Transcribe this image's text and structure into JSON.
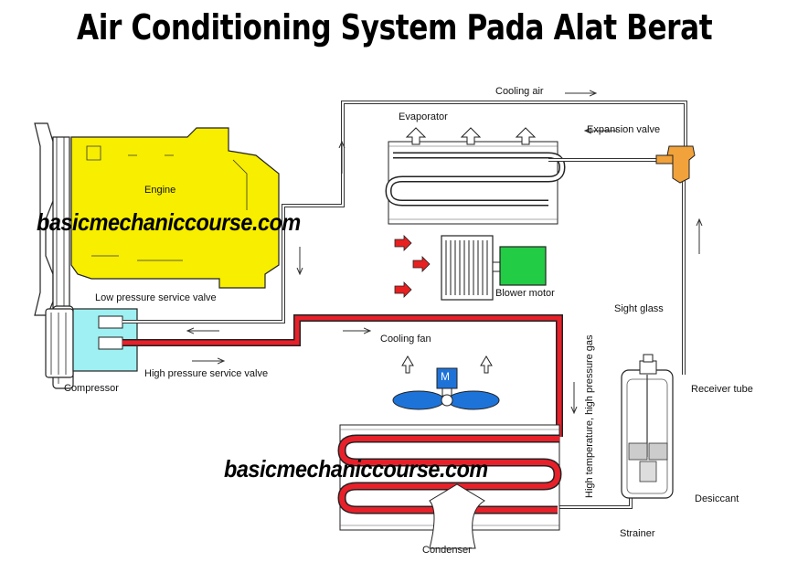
{
  "title": "Air Conditioning System Pada Alat Berat",
  "watermark": "basicmechaniccourse.com",
  "labels": {
    "cooling_air": "Cooling air",
    "evaporator": "Evaporator",
    "expansion_valve": "Expansion valve",
    "engine": "Engine",
    "blower_motor": "Blower motor",
    "low_pressure_valve": "Low pressure service valve",
    "sight_glass": "Sight glass",
    "compressor": "Compressor",
    "high_pressure_valve": "High pressure service valve",
    "cooling_fan": "Cooling fan",
    "receiver_tube": "Receiver tube",
    "high_temp_gas": "High temperature, high pressure gas",
    "desiccant": "Desiccant",
    "strainer": "Strainer",
    "condenser": "Condenser",
    "fan_motor_letter": "M"
  },
  "colors": {
    "engine": "#f7ee00",
    "compressor": "#9ff0f2",
    "blower_motor": "#22cc44",
    "high_pressure_line": "#e8202a",
    "fan_blades": "#1e73d8",
    "expansion_valve": "#f2a23a",
    "airflow_arrow": "#e82020"
  },
  "icons": {
    "fan": "fan-icon",
    "motor": "motor-icon"
  }
}
